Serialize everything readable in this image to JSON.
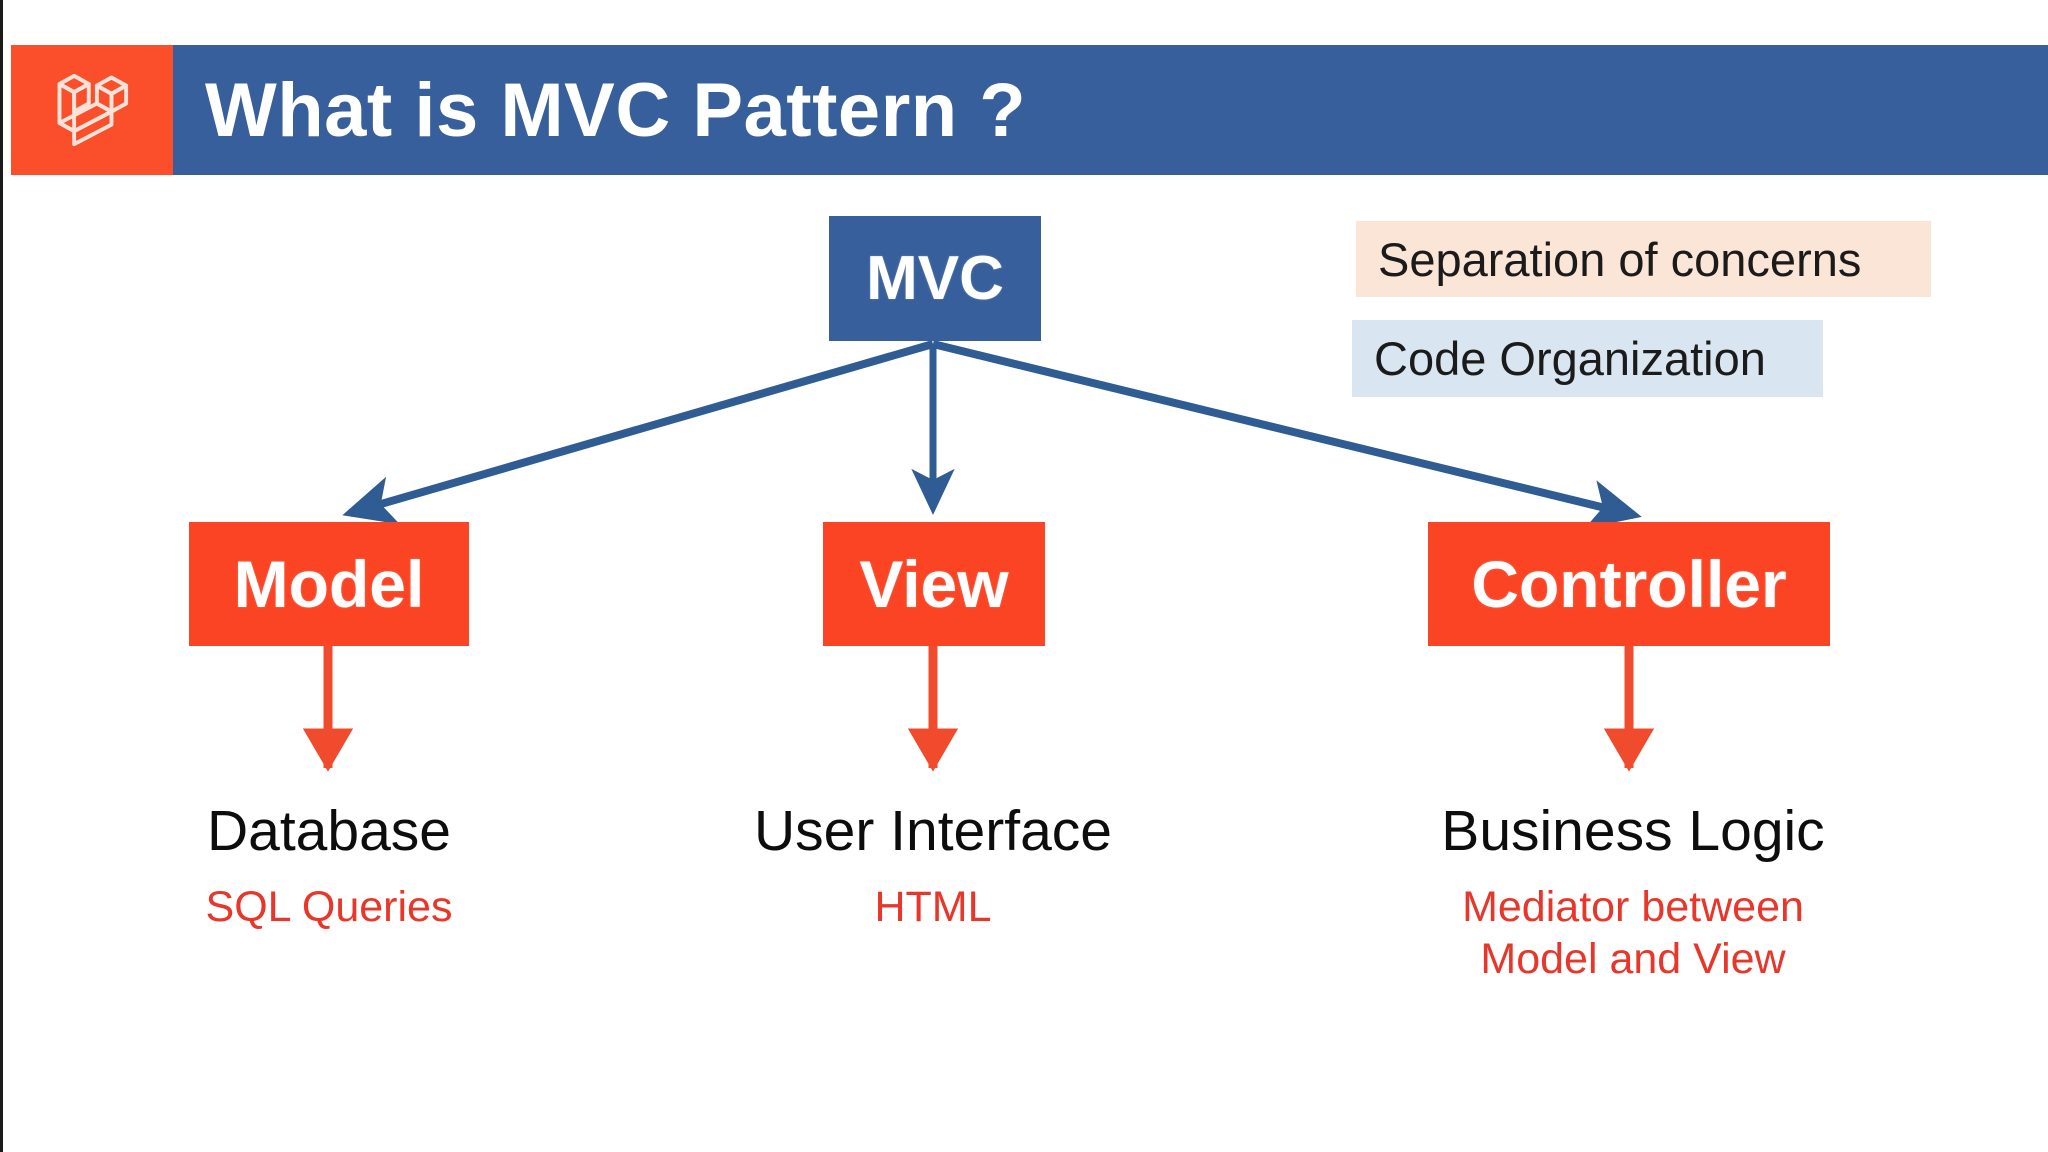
{
  "header": {
    "title": "What is MVC Pattern ?",
    "logo_icon": "laravel-logo-icon",
    "banner_color": "#375F9B",
    "logo_tile_color": "#FB4F2C"
  },
  "diagram": {
    "root": {
      "label": "MVC",
      "color": "#375F9B"
    },
    "nodes": [
      {
        "id": "model",
        "label": "Model",
        "color": "#FB4423",
        "caption_main": "Database",
        "caption_sub": "SQL Queries"
      },
      {
        "id": "view",
        "label": "View",
        "color": "#FB4423",
        "caption_main": "User Interface",
        "caption_sub": "HTML"
      },
      {
        "id": "controller",
        "label": "Controller",
        "color": "#FB4423",
        "caption_main": "Business Logic",
        "caption_sub_line1": "Mediator between",
        "caption_sub_line2": "Model and View"
      }
    ],
    "connector_colors": {
      "root_to_node": "#375F9B",
      "node_to_caption": "#F04B2C"
    }
  },
  "callouts": [
    {
      "id": "separation",
      "label": "Separation of concerns",
      "background": "#FBE5D6"
    },
    {
      "id": "organization",
      "label": "Code Organization",
      "background": "#D9E6F2"
    }
  ]
}
